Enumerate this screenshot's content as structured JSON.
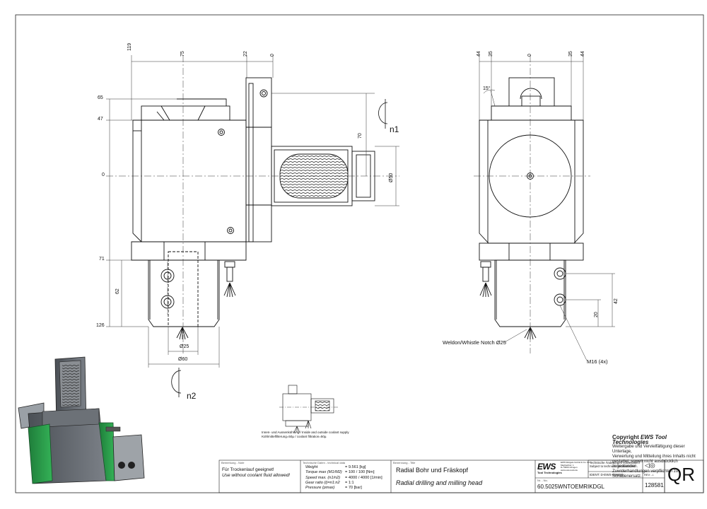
{
  "dimensions": {
    "top_left": [
      "119",
      "75",
      "22",
      "0"
    ],
    "left_side": [
      "65",
      "47",
      "0",
      "71",
      "126"
    ],
    "d62": "62",
    "d70": "70",
    "d50": "Ø50",
    "d25": "Ø25",
    "d60": "Ø60",
    "n1": "n1",
    "n2": "n2",
    "top_right": [
      "44",
      "35",
      "0",
      "35",
      "44"
    ],
    "angle": "15°",
    "d42": "42",
    "d20": "20",
    "weldon": "Weldon/Whistle Notch Ø25",
    "m16": "M16 (4x)"
  },
  "coolant_note": {
    "line1": "Innen- und Aussenkühlung / Inside and outside coolant supply",
    "line2": "Kühlmittelfilterung=50µ / coolant filtration=50µ"
  },
  "copyright": {
    "title_prefix": "Copyright ",
    "title_brand": "EWS Tool Technologies",
    "lines": [
      "Weitergabe und Vervielfältigung dieser Unterlage,",
      "Verwertung und Mitteilung ihres Inhalts nicht",
      "gestattet, soweit nicht ausdrücklich zugestanden.",
      "Zuwiderhandlungen verpflichten zu Schadenersatz."
    ]
  },
  "title_block": {
    "note_header": "Bemerkung - Note",
    "note_de": "Für Trockenlauf geeignet!",
    "note_en": "Use without coolant fluid allowed!",
    "tech_header": "Technische Daten - technical data",
    "tech_rows": [
      {
        "label": "Weight",
        "value": "= 9.561 [kg]"
      },
      {
        "label": "Torque max (M1/M2)",
        "value": "= 100 / 100 [Nm]"
      },
      {
        "label": "Speed max. (n1/n2)",
        "value": "= 4000 / 4000 [1/min]"
      },
      {
        "label": "Gear ratio (i)=n1:n2",
        "value": "= 1:1"
      },
      {
        "label": "Pressure    (pmax)",
        "value": "= 70 [bar]"
      }
    ],
    "title_header": "Benennung - Title",
    "title_de": "Radial Bohr und Fräskopf",
    "title_en": "Radial drilling and milling head",
    "logo": "EWS",
    "logo_sub": "Tool Technologies",
    "company_lines": [
      "EWS Weigele GmbH & Co. KG",
      "Maybachstr. 1",
      "D-73066 Uhingen",
      "www.ews-tools.de"
    ],
    "change_note_de": "Technische Änderungen vorbehalten!",
    "change_note_en": "Subject to technical modifications!",
    "ident": "IDENT:  D-EWS-00639B",
    "rev_label": "REV:",
    "rev_value": "-/-",
    "nr_label": "Nr. - No.",
    "part_number": "60.5025WNTOEMRIKDGL",
    "drawing_number": "128581",
    "qr": "QR"
  }
}
